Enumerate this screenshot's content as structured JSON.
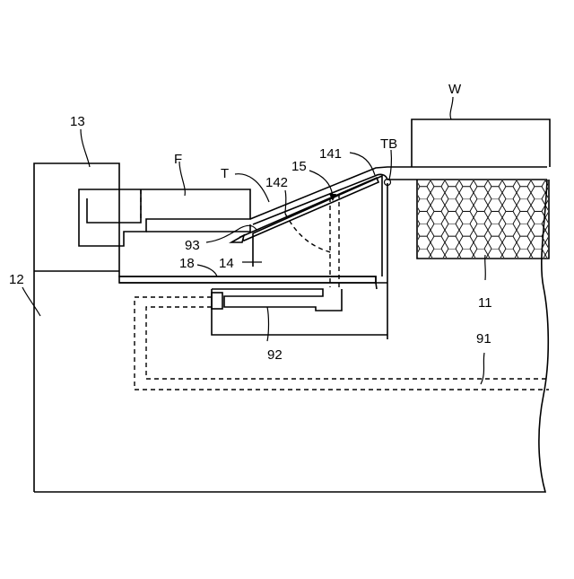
{
  "labels": {
    "W": "W",
    "13": "13",
    "F": "F",
    "T": "T",
    "15": "15",
    "141": "141",
    "TB": "TB",
    "142": "142",
    "93": "93",
    "18": "18",
    "14": "14",
    "12": "12",
    "11": "11",
    "92": "92",
    "91": "91"
  }
}
